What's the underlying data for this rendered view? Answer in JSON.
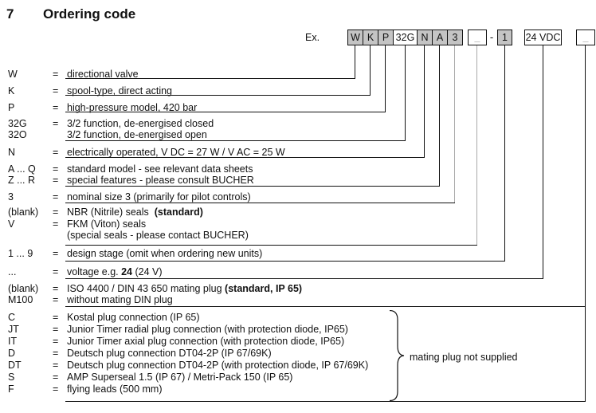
{
  "title": {
    "number": "7",
    "text": "Ordering code"
  },
  "example": {
    "label": "Ex.",
    "separator": "-",
    "boxes": [
      {
        "text": "W",
        "fill": "gray"
      },
      {
        "text": "K",
        "fill": "gray"
      },
      {
        "text": "P",
        "fill": "gray"
      },
      {
        "text": "32G",
        "fill": "white"
      },
      {
        "text": "N",
        "fill": "gray"
      },
      {
        "text": "A",
        "fill": "gray"
      },
      {
        "text": "3",
        "fill": "gray"
      },
      {
        "text": "_",
        "fill": "white"
      },
      {
        "text": "1",
        "fill": "gray"
      },
      {
        "text": "24 VDC",
        "fill": "white"
      },
      {
        "text": "_",
        "fill": "white"
      }
    ]
  },
  "rows": [
    {
      "code": "W",
      "eq": "=",
      "desc": "directional valve"
    },
    {
      "code": "K",
      "eq": "=",
      "desc": "spool-type, direct acting"
    },
    {
      "code": "P",
      "eq": "=",
      "desc": "high-pressure model, 420 bar"
    },
    {
      "code": "32G",
      "eq": "=",
      "desc": "3/2 function, de-energised closed"
    },
    {
      "code": "32O",
      "eq": "",
      "desc": "3/2 function, de-energised open"
    },
    {
      "code": "N",
      "eq": "=",
      "desc": "electrically operated, V DC = 27 W / V AC = 25 W"
    },
    {
      "code": "A ... Q",
      "eq": "=",
      "desc": "standard model - see relevant data sheets"
    },
    {
      "code": "Z ... R",
      "eq": "=",
      "desc": "special features - please consult BUCHER"
    },
    {
      "code": "3",
      "eq": "=",
      "desc": "nominal size 3 (primarily for pilot controls)"
    },
    {
      "code": "(blank)",
      "eq": "=",
      "desc": "NBR (Nitrile) seals  ",
      "desc_bold": "(standard)"
    },
    {
      "code": "V",
      "eq": "=",
      "desc": "FKM (Viton) seals"
    },
    {
      "code": "",
      "eq": "",
      "desc": "(special seals - please contact BUCHER)"
    },
    {
      "code": "1 ... 9",
      "eq": "=",
      "desc": "design stage (omit when ordering new units)"
    },
    {
      "code": "...",
      "eq": "=",
      "desc": "voltage e.g. ",
      "desc_bold": "24",
      "desc_end": " (24 V)"
    },
    {
      "code": "(blank)",
      "eq": "=",
      "desc": "ISO 4400 / DIN 43 650 mating plug ",
      "desc_bold": "(standard, IP 65)"
    },
    {
      "code": "M100",
      "eq": "=",
      "desc": "without mating DIN plug"
    },
    {
      "code": "C",
      "eq": "=",
      "desc": "Kostal plug connection (IP 65)"
    },
    {
      "code": "JT",
      "eq": "=",
      "desc": "Junior Timer radial plug connection (with protection diode, IP65)"
    },
    {
      "code": "IT",
      "eq": "=",
      "desc": "Junior Timer axial plug connection (with protection diode, IP65)"
    },
    {
      "code": "D",
      "eq": "=",
      "desc": "Deutsch plug connection DT04-2P (IP 67/69K)"
    },
    {
      "code": "DT",
      "eq": "=",
      "desc": "Deutsch plug connection DT04-2P (with protection diode, IP 67/69K)"
    },
    {
      "code": "S",
      "eq": "=",
      "desc": "AMP Superseal 1.5 (IP 67) / Metri-Pack 150 (IP 65)"
    },
    {
      "code": "F",
      "eq": "=",
      "desc": "flying leads (500 mm)"
    }
  ],
  "brace_note": "mating plug not supplied",
  "colors": {
    "text": "#111111",
    "box_fill_gray": "#c4c4c4",
    "box_fill_white": "#ffffff",
    "line_black": "#111111",
    "line_gray": "#a9a9a9",
    "blank_underscore": "#8f8f8f"
  }
}
